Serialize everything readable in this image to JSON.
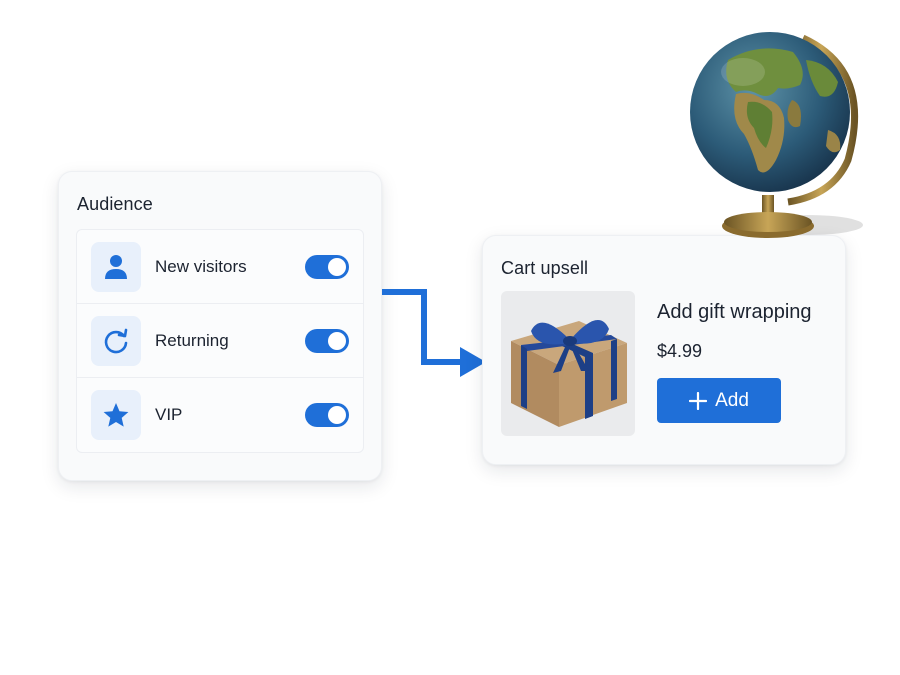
{
  "audience": {
    "title": "Audience",
    "items": [
      {
        "label": "New visitors",
        "icon": "user-icon",
        "enabled": true
      },
      {
        "label": "Returning",
        "icon": "refresh-icon",
        "enabled": true
      },
      {
        "label": "VIP",
        "icon": "star-icon",
        "enabled": true
      }
    ]
  },
  "upsell": {
    "title": "Cart upsell",
    "product_name": "Add gift wrapping",
    "price": "$4.99",
    "add_label": "Add",
    "image": "gift-box-image"
  },
  "colors": {
    "accent": "#1f6fd8",
    "icon_bg": "#e8f0fb"
  }
}
